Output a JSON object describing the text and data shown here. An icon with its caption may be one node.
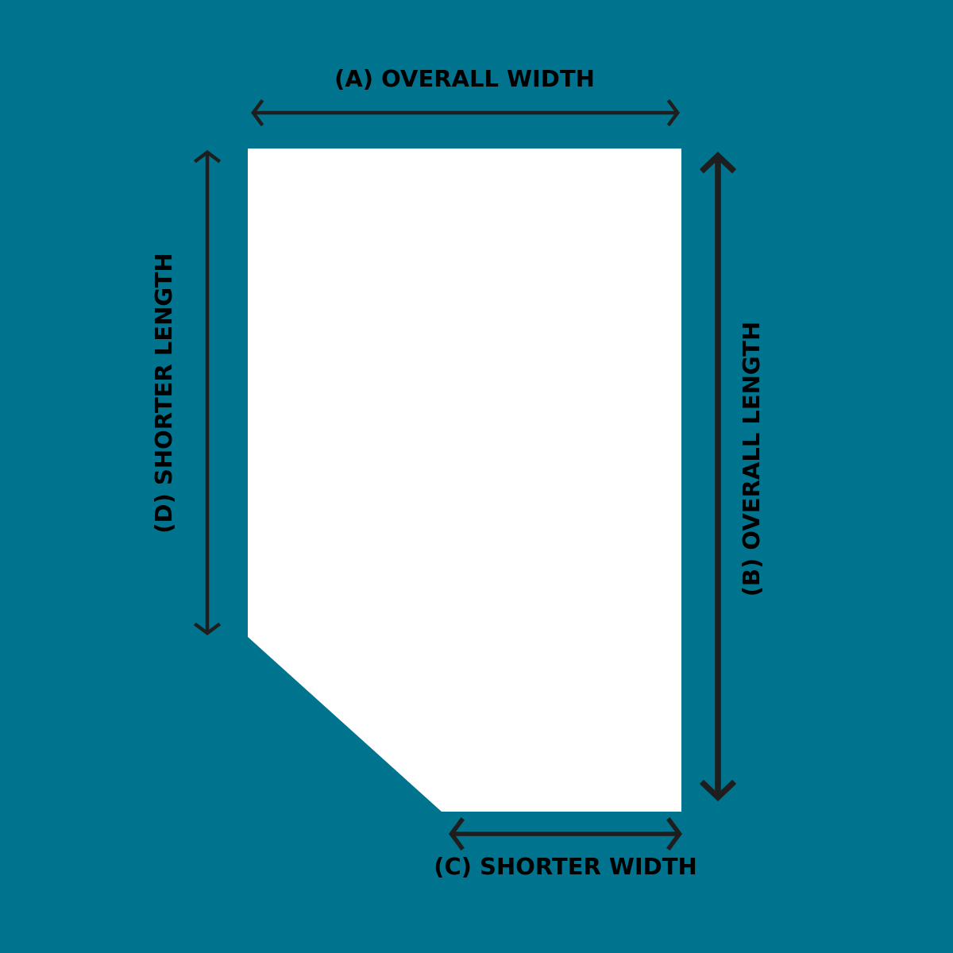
{
  "diagram": {
    "labels": [
      "(A) OVERALL WIDTH",
      "(D) SHORTER LENGTH",
      "(B) OVERALL LENGTH",
      "(C) SHORTER WIDTH"
    ]
  }
}
